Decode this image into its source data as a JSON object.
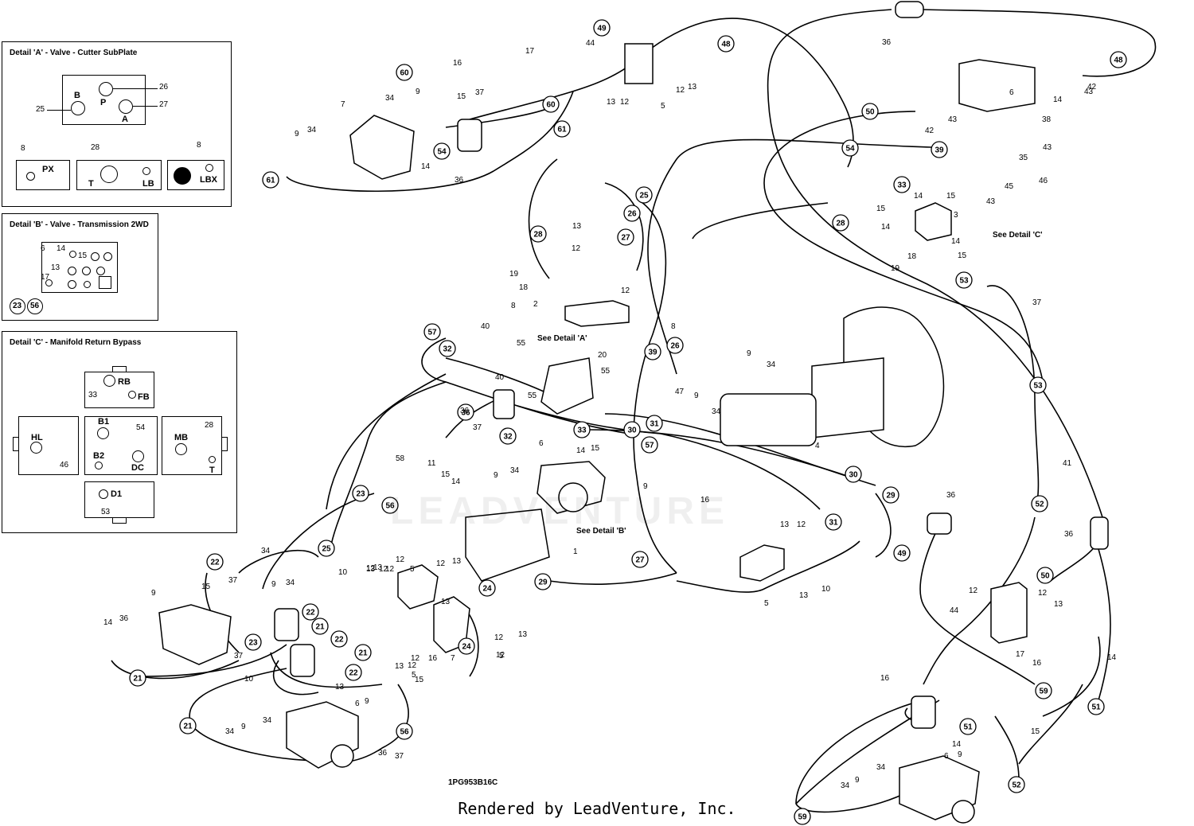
{
  "credit": "Rendered by LeadVenture, Inc.",
  "drawing_code": "1PG953B16C",
  "watermark": "LEADVENTURE",
  "details": {
    "a": {
      "title": "Detail 'A' - Valve - Cutter SubPlate",
      "ports": {
        "b": "B",
        "p": "P",
        "a": "A",
        "px": "PX",
        "t": "T",
        "lb": "LB",
        "lbx": "LBX"
      },
      "nums": {
        "n25": "25",
        "n26": "26",
        "n27": "27",
        "n8a": "8",
        "n28": "28",
        "n8b": "8"
      }
    },
    "b": {
      "title": "Detail 'B' - Valve - Transmission 2WD",
      "nums": {
        "n6": "6",
        "n14": "14",
        "n15": "15",
        "n13": "13",
        "n17": "17",
        "c23": "23",
        "c56": "56"
      }
    },
    "c": {
      "title": "Detail 'C' - Manifold Return Bypass",
      "ports": {
        "rb": "RB",
        "fb": "FB",
        "hl": "HL",
        "b1": "B1",
        "b2": "B2",
        "dc": "DC",
        "mb": "MB",
        "t": "T",
        "d1": "D1"
      },
      "nums": {
        "n33": "33",
        "n46": "46",
        "n54": "54",
        "n28": "28",
        "n53": "53"
      }
    }
  },
  "see_refs": [
    "See Detail 'A'",
    "See Detail 'B'",
    "See Detail 'C'"
  ],
  "callouts": [
    {
      "t": "49"
    },
    {
      "t": "48"
    },
    {
      "t": "60"
    },
    {
      "t": "60"
    },
    {
      "t": "61"
    },
    {
      "t": "61"
    },
    {
      "t": "54"
    },
    {
      "t": "50"
    },
    {
      "t": "48"
    },
    {
      "t": "54"
    },
    {
      "t": "39"
    },
    {
      "t": "33"
    },
    {
      "t": "28"
    },
    {
      "t": "53"
    },
    {
      "t": "25"
    },
    {
      "t": "26"
    },
    {
      "t": "28"
    },
    {
      "t": "27"
    },
    {
      "t": "57"
    },
    {
      "t": "32"
    },
    {
      "t": "39"
    },
    {
      "t": "26"
    },
    {
      "t": "36"
    },
    {
      "t": "32"
    },
    {
      "t": "33"
    },
    {
      "t": "30"
    },
    {
      "t": "31"
    },
    {
      "t": "57"
    },
    {
      "t": "53"
    },
    {
      "t": "52"
    },
    {
      "t": "30"
    },
    {
      "t": "29"
    },
    {
      "t": "31"
    },
    {
      "t": "23"
    },
    {
      "t": "56"
    },
    {
      "t": "25"
    },
    {
      "t": "27"
    },
    {
      "t": "49"
    },
    {
      "t": "50"
    },
    {
      "t": "22"
    },
    {
      "t": "23"
    },
    {
      "t": "22"
    },
    {
      "t": "21"
    },
    {
      "t": "22"
    },
    {
      "t": "24"
    },
    {
      "t": "29"
    },
    {
      "t": "24"
    },
    {
      "t": "21"
    },
    {
      "t": "22"
    },
    {
      "t": "21"
    },
    {
      "t": "56"
    },
    {
      "t": "21"
    },
    {
      "t": "59"
    },
    {
      "t": "51"
    },
    {
      "t": "51"
    },
    {
      "t": "52"
    },
    {
      "t": "59"
    }
  ],
  "labels": [
    {
      "t": "17"
    },
    {
      "t": "44"
    },
    {
      "t": "36"
    },
    {
      "t": "16"
    },
    {
      "t": "7"
    },
    {
      "t": "34"
    },
    {
      "t": "9"
    },
    {
      "t": "15"
    },
    {
      "t": "37"
    },
    {
      "t": "9"
    },
    {
      "t": "34"
    },
    {
      "t": "14"
    },
    {
      "t": "36"
    },
    {
      "t": "13"
    },
    {
      "t": "12"
    },
    {
      "t": "5"
    },
    {
      "t": "12"
    },
    {
      "t": "13"
    },
    {
      "t": "42"
    },
    {
      "t": "43"
    },
    {
      "t": "6"
    },
    {
      "t": "14"
    },
    {
      "t": "38"
    },
    {
      "t": "43"
    },
    {
      "t": "42"
    },
    {
      "t": "43"
    },
    {
      "t": "35"
    },
    {
      "t": "45"
    },
    {
      "t": "46"
    },
    {
      "t": "43"
    },
    {
      "t": "14"
    },
    {
      "t": "15"
    },
    {
      "t": "3"
    },
    {
      "t": "15"
    },
    {
      "t": "14"
    },
    {
      "t": "19"
    },
    {
      "t": "18"
    },
    {
      "t": "14"
    },
    {
      "t": "15"
    },
    {
      "t": "37"
    },
    {
      "t": "13"
    },
    {
      "t": "12"
    },
    {
      "t": "12"
    },
    {
      "t": "19"
    },
    {
      "t": "18"
    },
    {
      "t": "2"
    },
    {
      "t": "8"
    },
    {
      "t": "8"
    },
    {
      "t": "40"
    },
    {
      "t": "55"
    },
    {
      "t": "20"
    },
    {
      "t": "55"
    },
    {
      "t": "40"
    },
    {
      "t": "55"
    },
    {
      "t": "37"
    },
    {
      "t": "36"
    },
    {
      "t": "47"
    },
    {
      "t": "9"
    },
    {
      "t": "9"
    },
    {
      "t": "34"
    },
    {
      "t": "34"
    },
    {
      "t": "4"
    },
    {
      "t": "41"
    },
    {
      "t": "36"
    },
    {
      "t": "36"
    },
    {
      "t": "6"
    },
    {
      "t": "14"
    },
    {
      "t": "15"
    },
    {
      "t": "9"
    },
    {
      "t": "34"
    },
    {
      "t": "9"
    },
    {
      "t": "16"
    },
    {
      "t": "58"
    },
    {
      "t": "11"
    },
    {
      "t": "15"
    },
    {
      "t": "14"
    },
    {
      "t": "1"
    },
    {
      "t": "12"
    },
    {
      "t": "13"
    },
    {
      "t": "10"
    },
    {
      "t": "12"
    },
    {
      "t": "12"
    },
    {
      "t": "13"
    },
    {
      "t": "13"
    },
    {
      "t": "12"
    },
    {
      "t": "5"
    },
    {
      "t": "5"
    },
    {
      "t": "13"
    },
    {
      "t": "12"
    },
    {
      "t": "10"
    },
    {
      "t": "13"
    },
    {
      "t": "12"
    },
    {
      "t": "16"
    },
    {
      "t": "7"
    },
    {
      "t": "34"
    },
    {
      "t": "9"
    },
    {
      "t": "15"
    },
    {
      "t": "37"
    },
    {
      "t": "9"
    },
    {
      "t": "34"
    },
    {
      "t": "14"
    },
    {
      "t": "36"
    },
    {
      "t": "37"
    },
    {
      "t": "10"
    },
    {
      "t": "13"
    },
    {
      "t": "12"
    },
    {
      "t": "13"
    },
    {
      "t": "12"
    },
    {
      "t": "5"
    },
    {
      "t": "12"
    },
    {
      "t": "13"
    },
    {
      "t": "5"
    },
    {
      "t": "12"
    },
    {
      "t": "13"
    },
    {
      "t": "12"
    },
    {
      "t": "44"
    },
    {
      "t": "12"
    },
    {
      "t": "13"
    },
    {
      "t": "17"
    },
    {
      "t": "16"
    },
    {
      "t": "14"
    },
    {
      "t": "15"
    },
    {
      "t": "6"
    },
    {
      "t": "9"
    },
    {
      "t": "34"
    },
    {
      "t": "34"
    },
    {
      "t": "9"
    },
    {
      "t": "36"
    },
    {
      "t": "37"
    },
    {
      "t": "16"
    },
    {
      "t": "14"
    },
    {
      "t": "15"
    },
    {
      "t": "6"
    },
    {
      "t": "9"
    },
    {
      "t": "34"
    },
    {
      "t": "34"
    },
    {
      "t": "9"
    }
  ]
}
